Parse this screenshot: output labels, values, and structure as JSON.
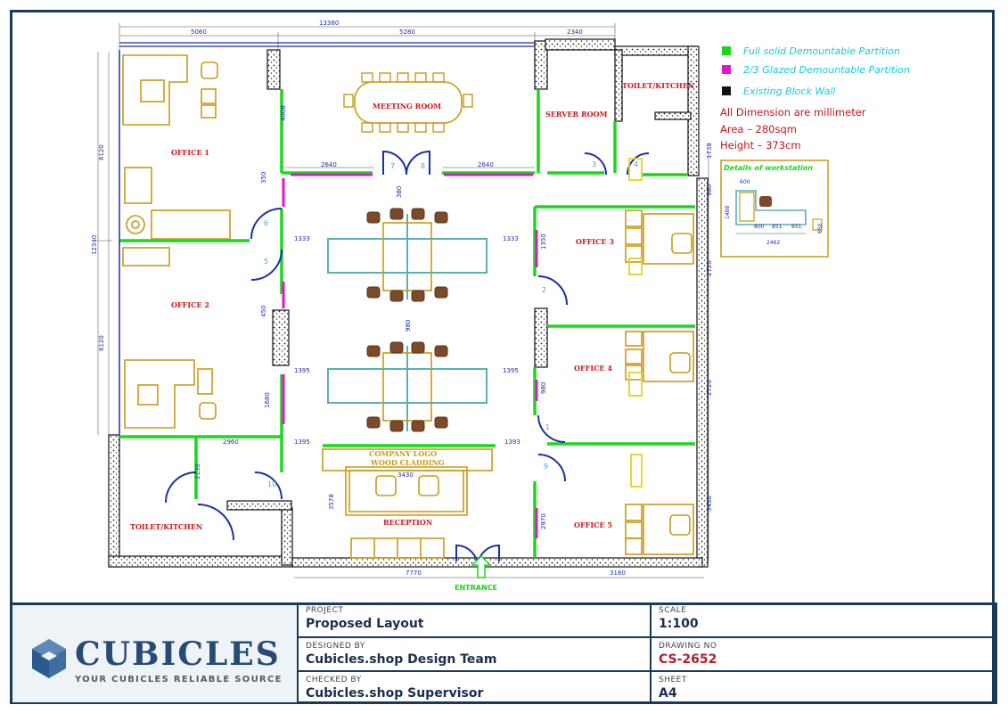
{
  "legend": {
    "items": [
      {
        "label": "Full solid Demountable Partition",
        "color": "#19d81c"
      },
      {
        "label": "2/3 Glazed Demountable Partition",
        "color": "#e016c9"
      },
      {
        "label": "Existing Block Wall",
        "color": "#111111"
      }
    ],
    "notes": [
      "All Dimension are millimeter",
      "Area  –  280sqm",
      "Height  –  373cm"
    ],
    "workstation_title": "Details of workstation",
    "workstation_dims": [
      "600",
      "800",
      "851",
      "651",
      "650",
      "2462",
      "1488"
    ]
  },
  "rooms": {
    "office1": "OFFICE 1",
    "office2": "OFFICE 2",
    "office3": "OFFICE 3",
    "office4": "OFFICE 4",
    "office5": "OFFICE 5",
    "meeting": "MEETING ROOM",
    "server": "SERVER ROOM",
    "toilet_top": "TOILET/KITCHEN",
    "toilet_bottom": "TOILET/KITCHEN",
    "reception": "RECEPTION",
    "logo_wall_1": "COMPANY LOGO",
    "logo_wall_2": "WOOD CLADDING",
    "entrance": "ENTRANCE"
  },
  "dimensions": {
    "top_overall": "13380",
    "top_a": "5060",
    "top_b": "5280",
    "top_c": "2340",
    "left_overall": "12340",
    "left_a": "6120",
    "left_b": "6120",
    "meeting_h": "4008",
    "corridor_left": "2640",
    "corridor_right": "2640",
    "small_a": "350",
    "cluster_gap": "380",
    "cluster_mid": "980",
    "side_1": "1333",
    "side_2": "1333",
    "side_3": "1395",
    "side_4": "1395",
    "side_5": "1395",
    "side_6": "1393",
    "office3_w": "1350",
    "right_a": "1738",
    "right_b": "2720",
    "right_c": "2720",
    "right_d": "3430",
    "right_e": "980",
    "o2_door": "450",
    "o2_low": "1680",
    "bottom_a": "2960",
    "toilet_w": "2130",
    "reception_w": "3430",
    "reception_h": "3578",
    "bottom_left": "7770",
    "bottom_right": "3180",
    "o4_small": "980",
    "o5_small": "2970",
    "doors": [
      "7",
      "8",
      "6",
      "5",
      "4",
      "3",
      "2",
      "1",
      "9",
      "10"
    ]
  },
  "title_block": {
    "project_label": "PROJECT",
    "project_value": "Proposed Layout",
    "scale_label": "SCALE",
    "scale_value": "1:100",
    "designed_label": "DESIGNED BY",
    "designed_value": "Cubicles.shop Design Team",
    "drawing_label": "DRAWING NO",
    "drawing_value": "CS-2652",
    "checked_label": "CHECKED BY",
    "checked_value": "Cubicles.shop Supervisor",
    "sheet_label": "SHEET",
    "sheet_value": "A4",
    "brand": "CUBICLES",
    "tagline": "YOUR CUBICLES RELIABLE SOURCE"
  },
  "colors": {
    "frame": "#1b3a57",
    "solid_partition": "#19d81c",
    "glazed_partition": "#e016c9",
    "block_wall": "#111111",
    "furniture": "#c99a17",
    "room_label": "#d0161c",
    "dimension": "#1d2fa6",
    "door": "#1d2fa6",
    "desk_frame": "#5bb0b5"
  }
}
